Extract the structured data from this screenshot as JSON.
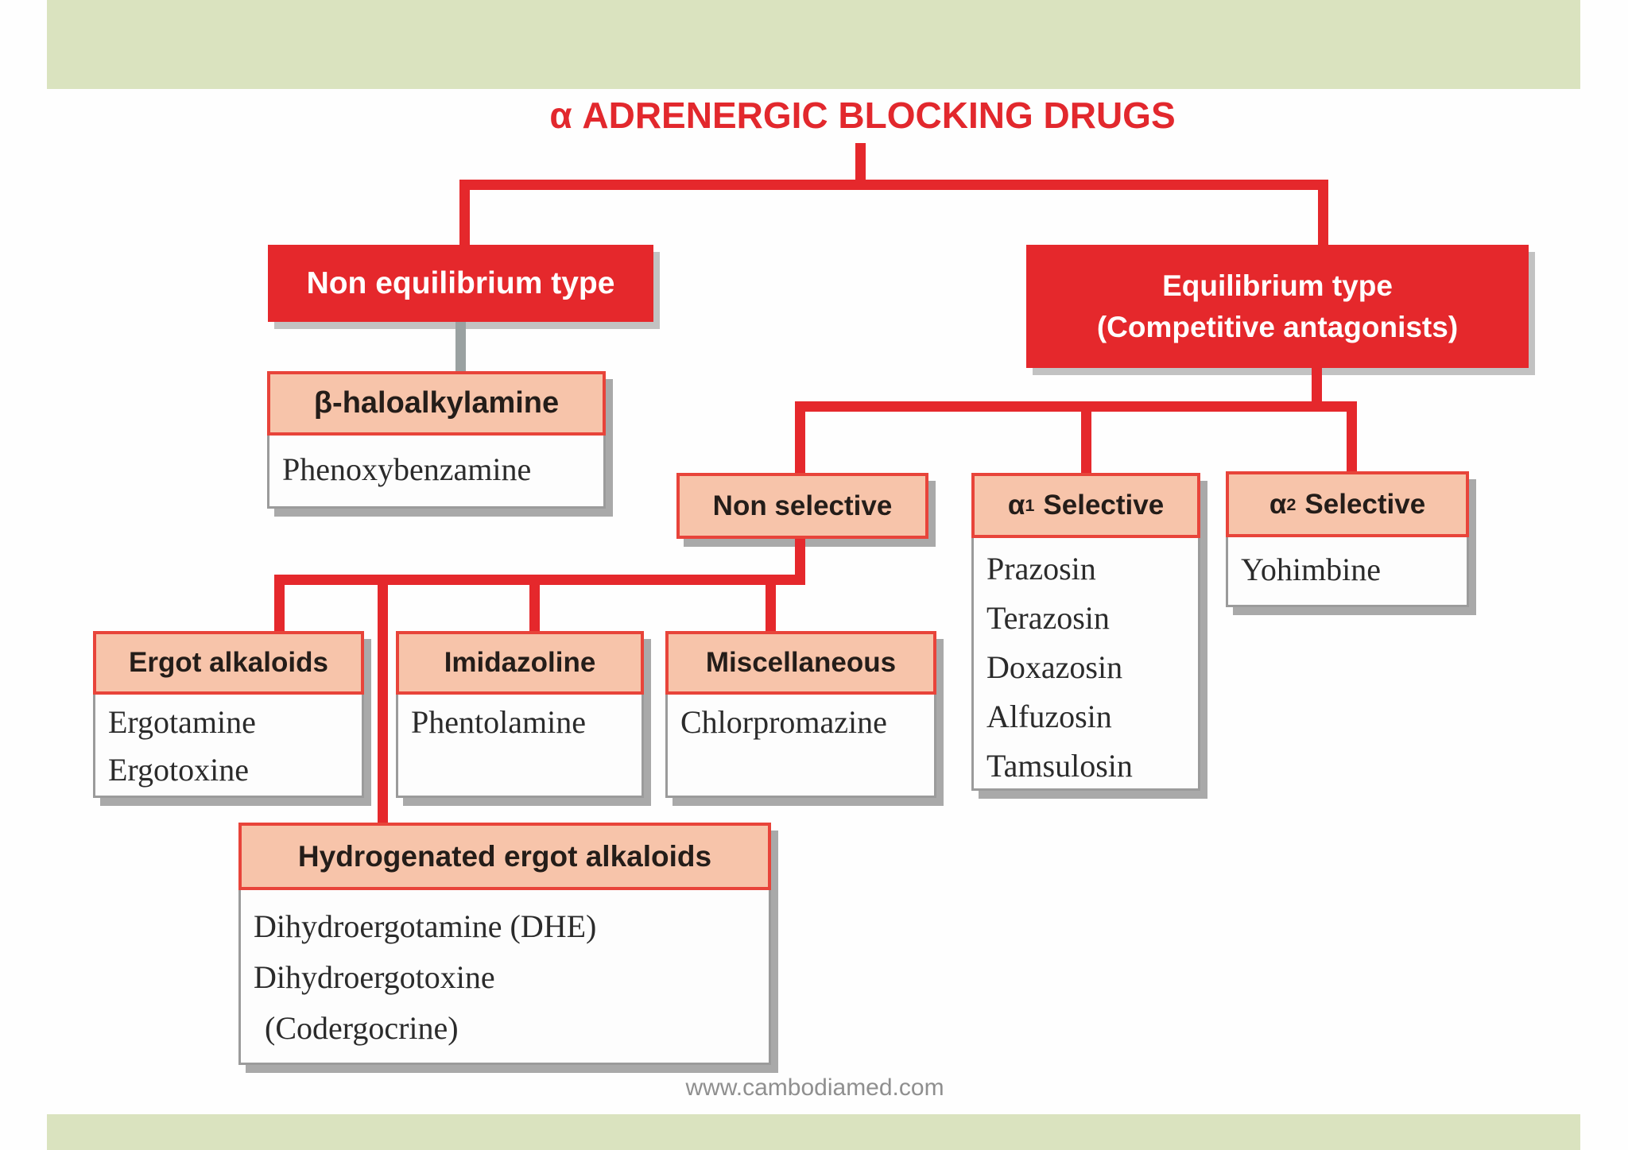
{
  "title": "α ADRENERGIC BLOCKING DRUGS",
  "footer": "www.cambodiamed.com",
  "colors": {
    "red": "#e5282c",
    "salmon": "#f7c4aa",
    "salmon_border": "#e8443a",
    "green_band": "#dae3bf",
    "body_border": "#9b9b9b",
    "shadow": "#a9a9a9",
    "footer_text": "#8f8f8f"
  },
  "tree": {
    "non_equilibrium": {
      "label": "Non equilibrium type",
      "beta_haloalkylamine": {
        "header": "β-haloalkylamine",
        "drugs": [
          "Phenoxybenzamine"
        ]
      }
    },
    "equilibrium": {
      "label_line1": "Equilibrium type",
      "label_line2": "(Competitive antagonists)",
      "non_selective": {
        "header": "Non selective",
        "ergot_alkaloids": {
          "header": "Ergot alkaloids",
          "drugs": [
            "Ergotamine",
            "Ergotoxine"
          ]
        },
        "imidazoline": {
          "header": "Imidazoline",
          "drugs": [
            "Phentolamine"
          ]
        },
        "miscellaneous": {
          "header": "Miscellaneous",
          "drugs": [
            "Chlorpromazine"
          ]
        },
        "hydrogenated_ergot_alkaloids": {
          "header": "Hydrogenated ergot alkaloids",
          "drugs": [
            "Dihydroergotamine (DHE)",
            "Dihydroergotoxine",
            "(Codergocrine)"
          ]
        }
      },
      "alpha1_selective": {
        "alpha": "α",
        "sub": "1",
        "header": "Selective",
        "drugs": [
          "Prazosin",
          "Terazosin",
          "Doxazosin",
          "Alfuzosin",
          "Tamsulosin"
        ]
      },
      "alpha2_selective": {
        "alpha": "α",
        "sub": "2",
        "header": "Selective",
        "drugs": [
          "Yohimbine"
        ]
      }
    }
  }
}
